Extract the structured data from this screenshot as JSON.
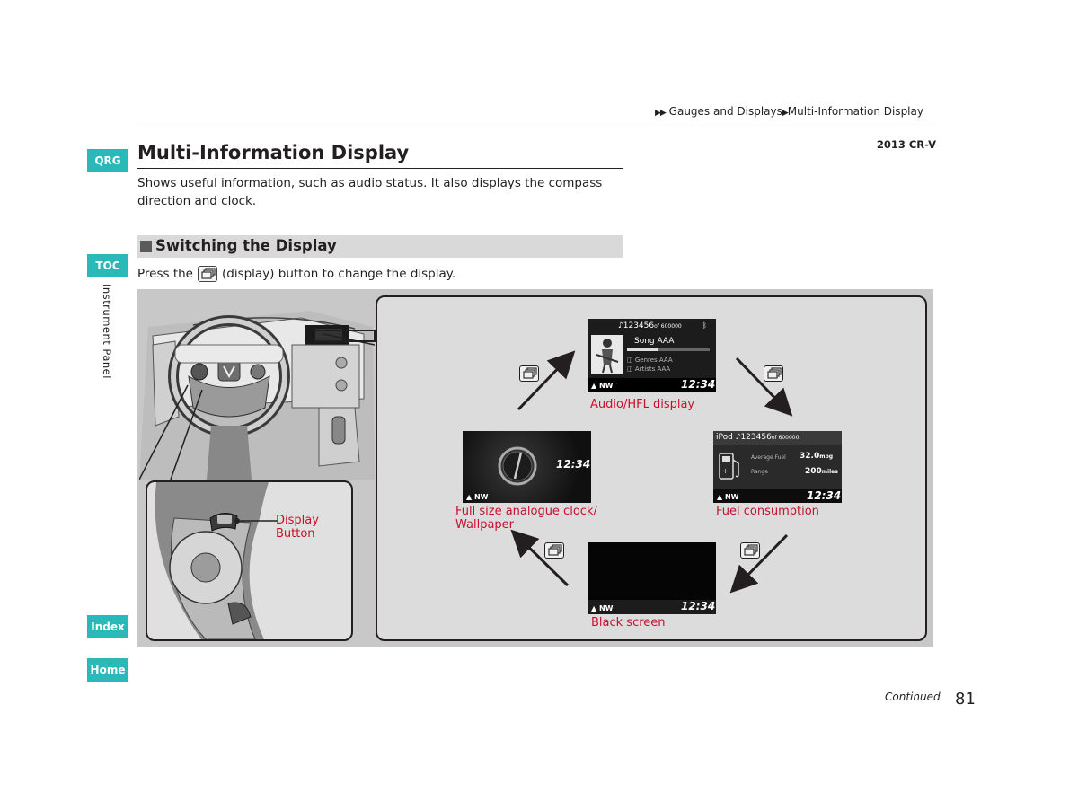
{
  "breadcrumb": {
    "level1": "Gauges and Displays",
    "level2": "Multi-Information Display"
  },
  "model": "2013 CR-V",
  "nav": {
    "qrg": "QRG",
    "toc": "TOC",
    "index": "Index",
    "home": "Home",
    "chapter": "Instrument Panel"
  },
  "title": "Multi-Information Display",
  "intro": "Shows useful information, such as audio status. It also displays the compass direction and clock.",
  "section": {
    "title": "Switching the Display",
    "instruction_before": "Press the",
    "instruction_after": "(display) button to change the display."
  },
  "figure": {
    "display_button_label_line1": "Display",
    "display_button_label_line2": "Button",
    "captions": {
      "audio": "Audio/HFL display",
      "fuel": "Fuel consumption",
      "clock_line1": "Full size analogue clock/",
      "clock_line2": "Wallpaper",
      "black": "Black screen"
    },
    "screen": {
      "time": "12:34",
      "compass": "NW",
      "audio_track": "123456",
      "audio_track_of": "of 600000",
      "audio_song": "Song AAA",
      "audio_genre": "Genres AAA",
      "audio_artist": "Artists AAA",
      "fuel_source": "iPod",
      "fuel_track": "123456",
      "fuel_track_of": "of 600000",
      "fuel_avg_label": "Average Fuel",
      "fuel_avg_value": "32.0",
      "fuel_avg_unit": "mpg",
      "fuel_range_label": "Range",
      "fuel_range_value": "200",
      "fuel_range_unit": "miles"
    }
  },
  "footer": {
    "continued": "Continued",
    "page_number": "81"
  },
  "colors": {
    "nav_button": "#2bb8b8",
    "caption_red": "#c8102e",
    "section_bar": "#d9d9d9"
  }
}
